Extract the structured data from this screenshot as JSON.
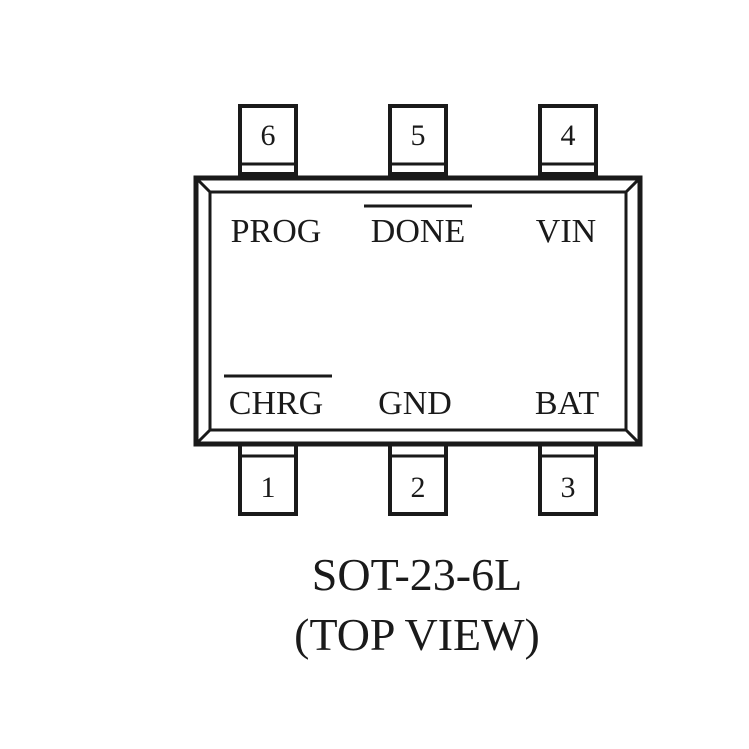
{
  "package": {
    "name": "SOT-23-6L",
    "view": "(TOP VIEW)"
  },
  "pins": [
    {
      "number": "1",
      "label": "CHRG",
      "overline": true
    },
    {
      "number": "2",
      "label": "GND",
      "overline": false
    },
    {
      "number": "3",
      "label": "BAT",
      "overline": false
    },
    {
      "number": "4",
      "label": "VIN",
      "overline": false
    },
    {
      "number": "5",
      "label": "DONE",
      "overline": true
    },
    {
      "number": "6",
      "label": "PROG",
      "overline": false
    }
  ],
  "colors": {
    "stroke": "#1a1a1a",
    "background": "#ffffff"
  }
}
